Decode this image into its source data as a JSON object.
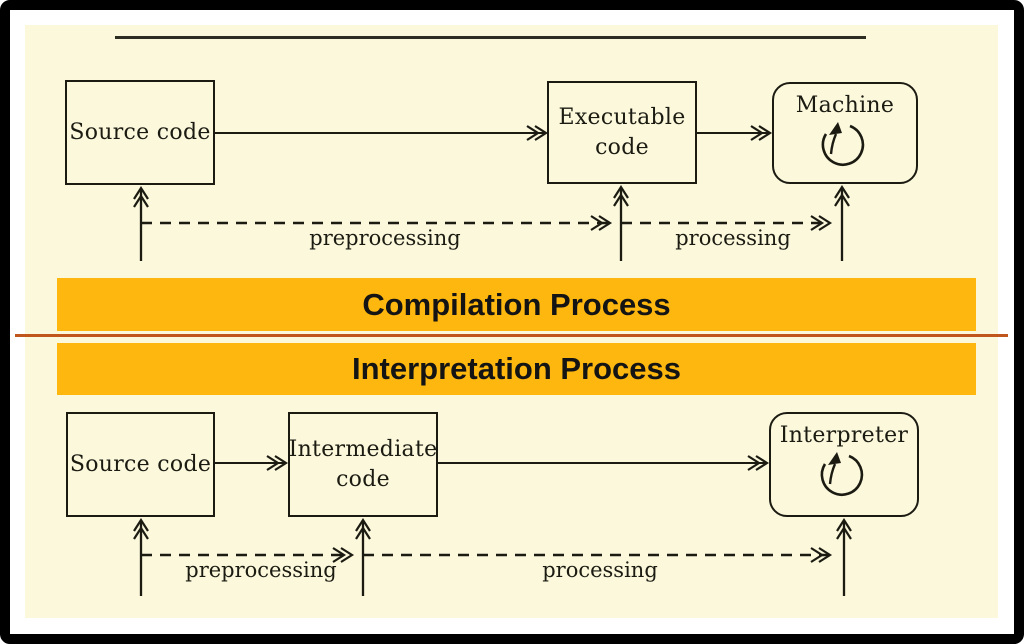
{
  "colors": {
    "panel_bg": "#FBF8DC",
    "banner_bg": "#FDB70E",
    "divider": "#C1561C",
    "ink": "#1B1B12",
    "frame": "#000000",
    "margin_bg": "#FFFFFF"
  },
  "banners": {
    "compilation": "Compilation Process",
    "interpretation": "Interpretation Process"
  },
  "compilation_diagram": {
    "boxes": {
      "source": "Source code",
      "executable": "Executable code",
      "machine": "Machine"
    },
    "labels": {
      "preprocessing": "preprocessing",
      "processing": "processing"
    }
  },
  "interpretation_diagram": {
    "boxes": {
      "source": "Source code",
      "intermediate": "Intermediate code",
      "interpreter": "Interpreter"
    },
    "labels": {
      "preprocessing": "preprocessing",
      "processing": "processing"
    }
  },
  "icons": {
    "machine_loop": "loop-arrow-icon",
    "interpreter_loop": "loop-arrow-icon"
  }
}
